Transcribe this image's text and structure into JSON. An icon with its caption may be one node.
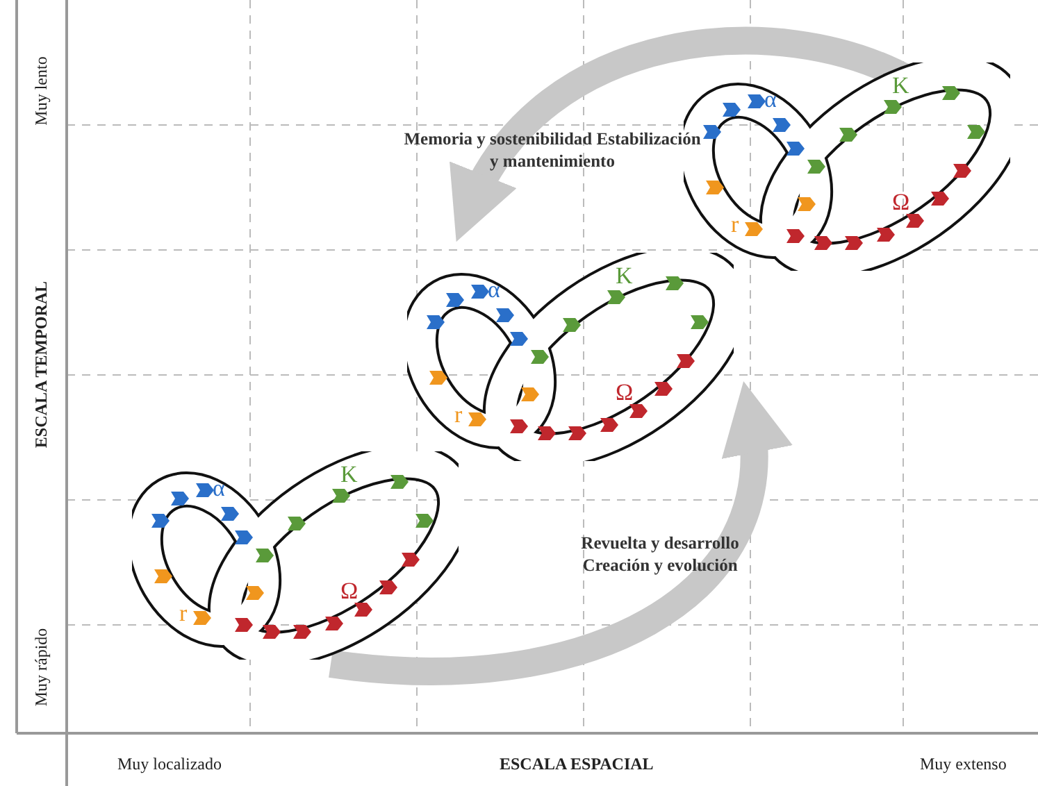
{
  "diagram": {
    "nodes": [
      {
        "text": [
          "α",
          "K",
          "r",
          "Ω"
        ]
      },
      {
        "text": [
          "α",
          "K",
          "r",
          "Ω"
        ]
      },
      {
        "text": [
          "α",
          "K",
          "r",
          "Ω"
        ]
      }
    ],
    "edges": [
      {
        "from": 0,
        "to": 1,
        "arrow": "to",
        "label": "Memoria y sostenibilidad Estabilización y mantenimiento"
      },
      {
        "from": 2,
        "to": 1,
        "arrow": "to",
        "label": "Revuelta y desarrollo Creación y evolución"
      }
    ],
    "labels": [
      "Muy lento",
      "ESCALA TEMPORAL",
      "Muy rápido",
      "Muy localizado",
      "ESCALA ESPACIAL",
      "Muy extenso"
    ]
  }
}
